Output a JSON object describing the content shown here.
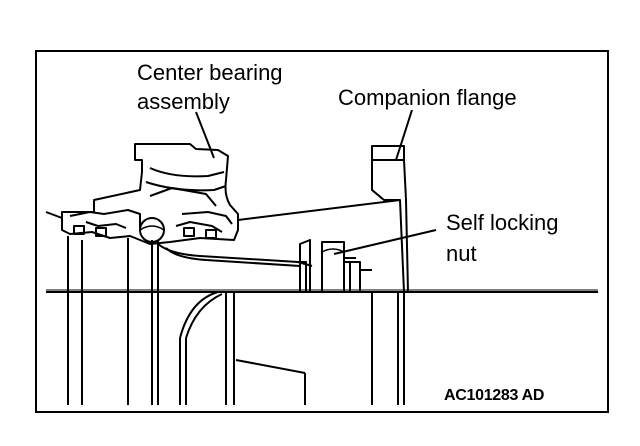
{
  "labels": {
    "center_bearing_line1": "Center bearing",
    "center_bearing_line2": "assembly",
    "companion_flange": "Companion flange",
    "self_locking_line1": "Self locking",
    "self_locking_line2": "nut"
  },
  "figure_code": "AC101283 AD",
  "colors": {
    "ink": "#000000",
    "paper": "#ffffff"
  }
}
